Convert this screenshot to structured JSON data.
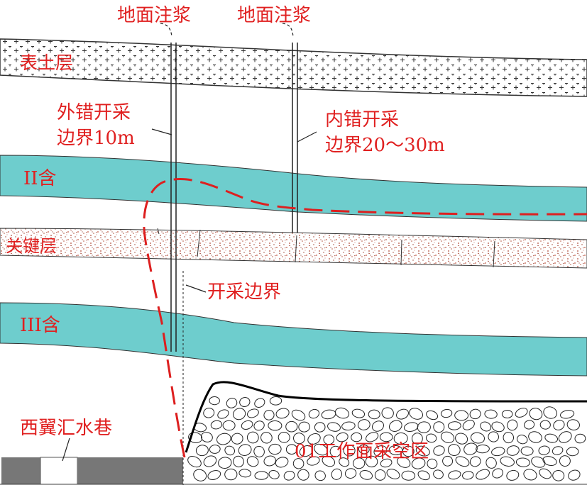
{
  "labels": {
    "grout1": "地面注浆",
    "grout2": "地面注浆",
    "topsoil": "表土层",
    "outer_line1": "外错开采",
    "outer_line2": "边界10m",
    "inner_line1": "内错开采",
    "inner_line2": "边界20～30m",
    "aquifer2": "II含",
    "key_stratum": "关键层",
    "mining_boundary": "开采边界",
    "aquifer3": "III含",
    "drain_roadway": "西翼汇水巷",
    "goaf": "01工作面采空区"
  },
  "colors": {
    "aquifer": "#6ecdcd",
    "label": "#e02020",
    "dashed_curve": "#dd1f1f",
    "roadway": "#777777",
    "key_stratum_dots": "#b04a3a"
  }
}
